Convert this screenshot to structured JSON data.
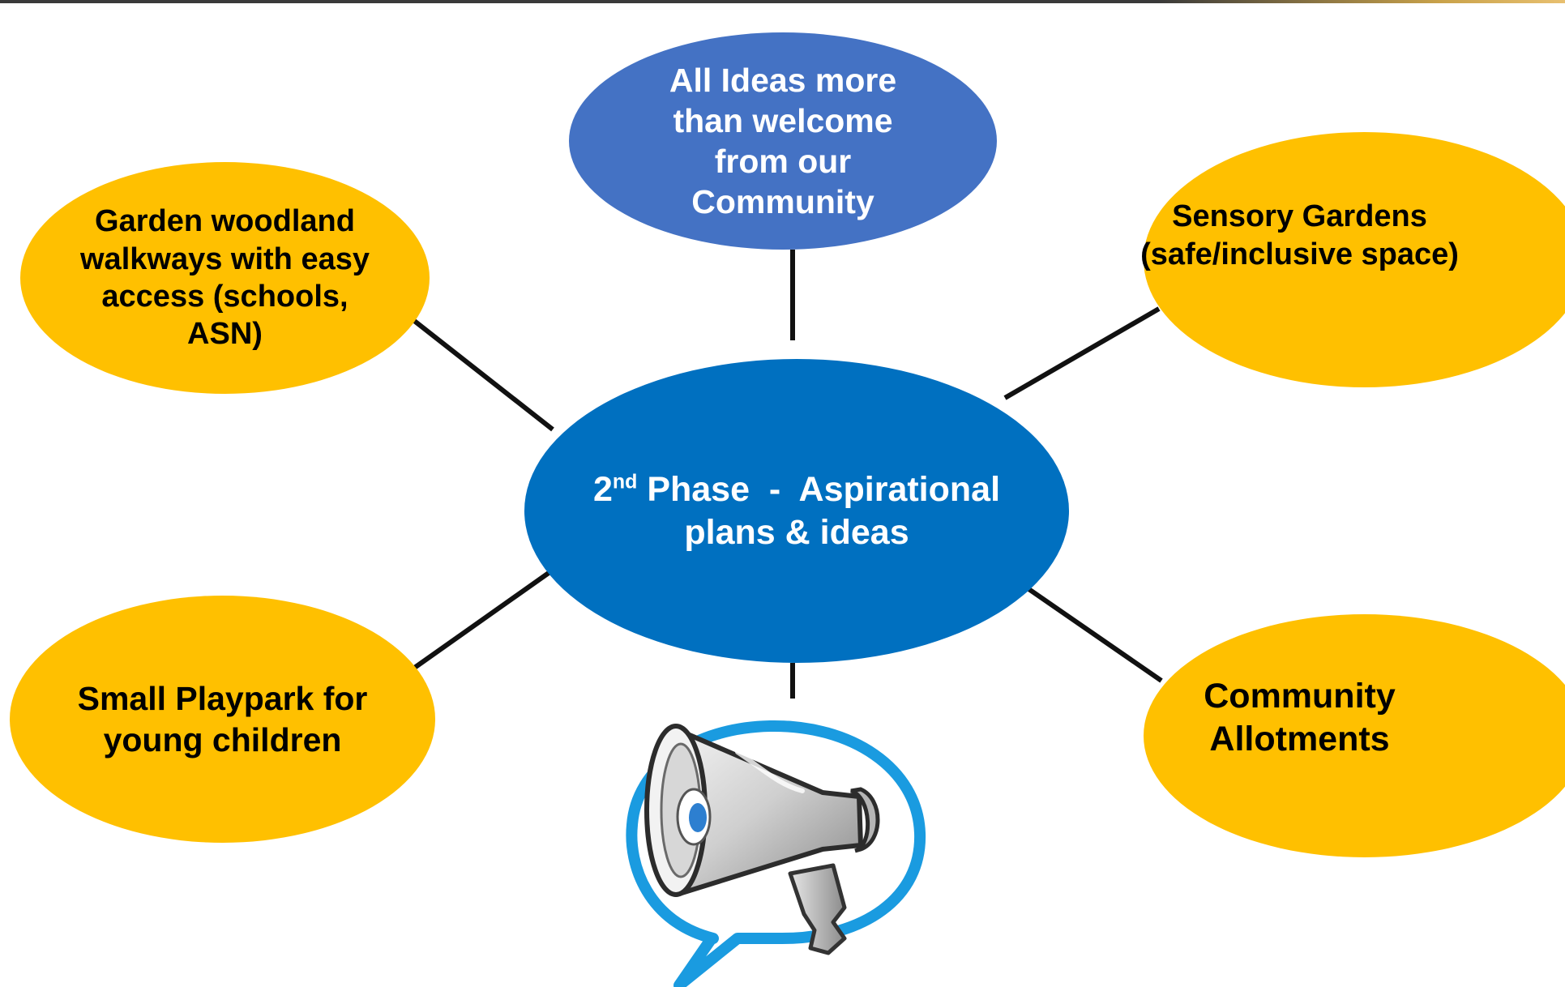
{
  "diagram": {
    "center": {
      "ordinal": "2",
      "ordinal_suffix": "nd",
      "line1_rest": " Phase  -  Aspirational",
      "line2": "plans & ideas"
    },
    "nodes": {
      "top": [
        "All Ideas more",
        "than welcome",
        "from our",
        "Community"
      ],
      "top_left": [
        "Garden woodland",
        "walkways with easy",
        "access (schools,",
        "ASN)"
      ],
      "top_right": [
        "Sensory Gardens",
        "(safe/inclusive space)"
      ],
      "bottom_left": [
        "Small Playpark for",
        "young children"
      ],
      "bottom_right": [
        "Community",
        "Allotments"
      ]
    },
    "colors": {
      "center_fill": "#0070c0",
      "top_fill": "#4472c4",
      "outer_fill": "#ffc000",
      "connector": "#111111",
      "speech_bubble": "#1a9be0"
    },
    "icons": [
      "megaphone-icon",
      "speech-bubble-icon"
    ]
  }
}
